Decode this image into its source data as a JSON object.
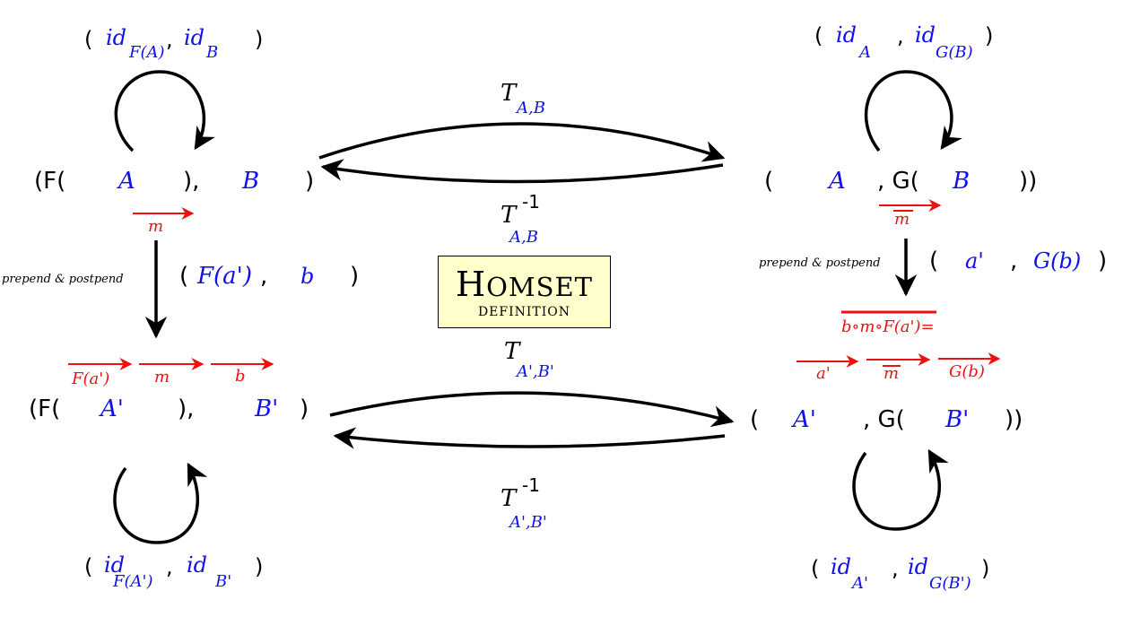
{
  "colors": {
    "label": "#000000",
    "object": "#1010ee",
    "morphism": "#ee1111",
    "box": "#ffffcc"
  },
  "title": {
    "first": "H",
    "rest": "OMSET",
    "sub": "DEFINITION"
  },
  "left_top": {
    "id_pair": {
      "open": "(",
      "id1": "id",
      "sub1": "F(A)",
      "comma": ",",
      "id2": "id",
      "sub2": "B",
      "close": ")"
    },
    "pair": {
      "open": "(F(",
      "a": "A",
      "mid": "),",
      "b": "B",
      "close": ")"
    },
    "morphism": "m"
  },
  "left_transform": {
    "label": "prepend & postpend",
    "pair": {
      "open": "(",
      "fa": "F(a')",
      "comma": ",",
      "b": "b",
      "close": ")"
    }
  },
  "left_bottom": {
    "morphisms": [
      "F(a')",
      "m",
      "b"
    ],
    "pair": {
      "open": "(F(",
      "a": "A'",
      "mid": "),",
      "b": "B'",
      "close": ")"
    },
    "id_pair": {
      "open": "(",
      "id1": "id",
      "sub1": "F(A')",
      "comma": ",",
      "id2": "id",
      "sub2": "B'",
      "close": ")"
    }
  },
  "right_top": {
    "id_pair": {
      "open": "(",
      "id1": "id",
      "sub1": "A",
      "comma": ",",
      "id2": "id",
      "sub2": "G(B)",
      "close": ")"
    },
    "pair": {
      "open": "(",
      "a": "A",
      "mid": ", G(",
      "b": "B",
      "close": "))"
    },
    "morphism": "m"
  },
  "right_transform": {
    "label": "prepend & postpend",
    "pair": {
      "open": "(",
      "a": "a'",
      "comma": ",",
      "gb": "G(b)",
      "close": ")"
    },
    "composite": "b∘m∘F(a')="
  },
  "right_bottom": {
    "morphisms": [
      "a'",
      "m",
      "G(b)"
    ],
    "pair": {
      "open": "(",
      "a": "A'",
      "mid": ", G(",
      "b": "B'",
      "close": "))"
    },
    "id_pair": {
      "open": "(",
      "id1": "id",
      "sub1": "A'",
      "comma": ",",
      "id2": "id",
      "sub2": "G(B')",
      "close": ")"
    }
  },
  "top_arrows": {
    "t": "T",
    "t_sub": "A,B",
    "tinv": "T",
    "tinv_sup": "-1",
    "tinv_sub": "A,B"
  },
  "bottom_arrows": {
    "t": "T",
    "t_sub": "A',B'",
    "tinv": "T",
    "tinv_sup": "-1",
    "tinv_sub": "A',B'"
  }
}
